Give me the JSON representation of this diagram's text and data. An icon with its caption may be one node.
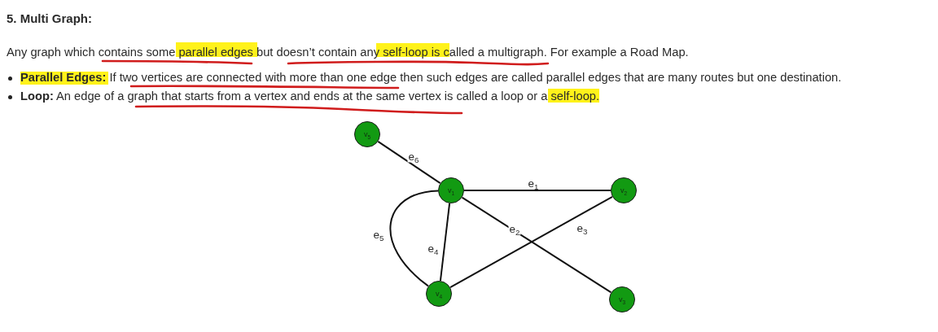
{
  "diagram": {
    "title": "5. Multi Graph:",
    "nodes": [
      {
        "text": [
          "v$_{5}$"
        ]
      },
      {
        "text": [
          "v$_{1}$"
        ]
      },
      {
        "text": [
          "v$_{2}$"
        ]
      },
      {
        "text": [
          "v$_{4}$"
        ]
      },
      {
        "text": [
          "v$_{3}$"
        ]
      }
    ],
    "edges": [
      {
        "from": 1,
        "to": 2,
        "arrow": "none",
        "label": "e$_{1}$"
      },
      {
        "from": 1,
        "to": 4,
        "arrow": "none",
        "label": "e$_{2}$"
      },
      {
        "from": 2,
        "to": 3,
        "arrow": "none",
        "label": "e$_{3}$"
      },
      {
        "from": 1,
        "to": 3,
        "arrow": "none",
        "label": "e$_{4}$"
      },
      {
        "from": 1,
        "to": 3,
        "arrow": "none",
        "label": "e$_{5}$"
      },
      {
        "from": 0,
        "to": 1,
        "arrow": "none",
        "label": "e$_{6}$"
      }
    ],
    "labels": [
      "Any graph which contains some parallel edges but doesn’t contain any self-loop is called a multigraph. For example a Road Map.",
      "**Parallel Edges:** If two vertices are connected with more than one edge then such edges are called parallel edges that are many routes but one destination.",
      "**Loop:** An edge of a graph that starts from a vertex and ends at the same vertex is called a loop or a self-loop."
    ]
  }
}
